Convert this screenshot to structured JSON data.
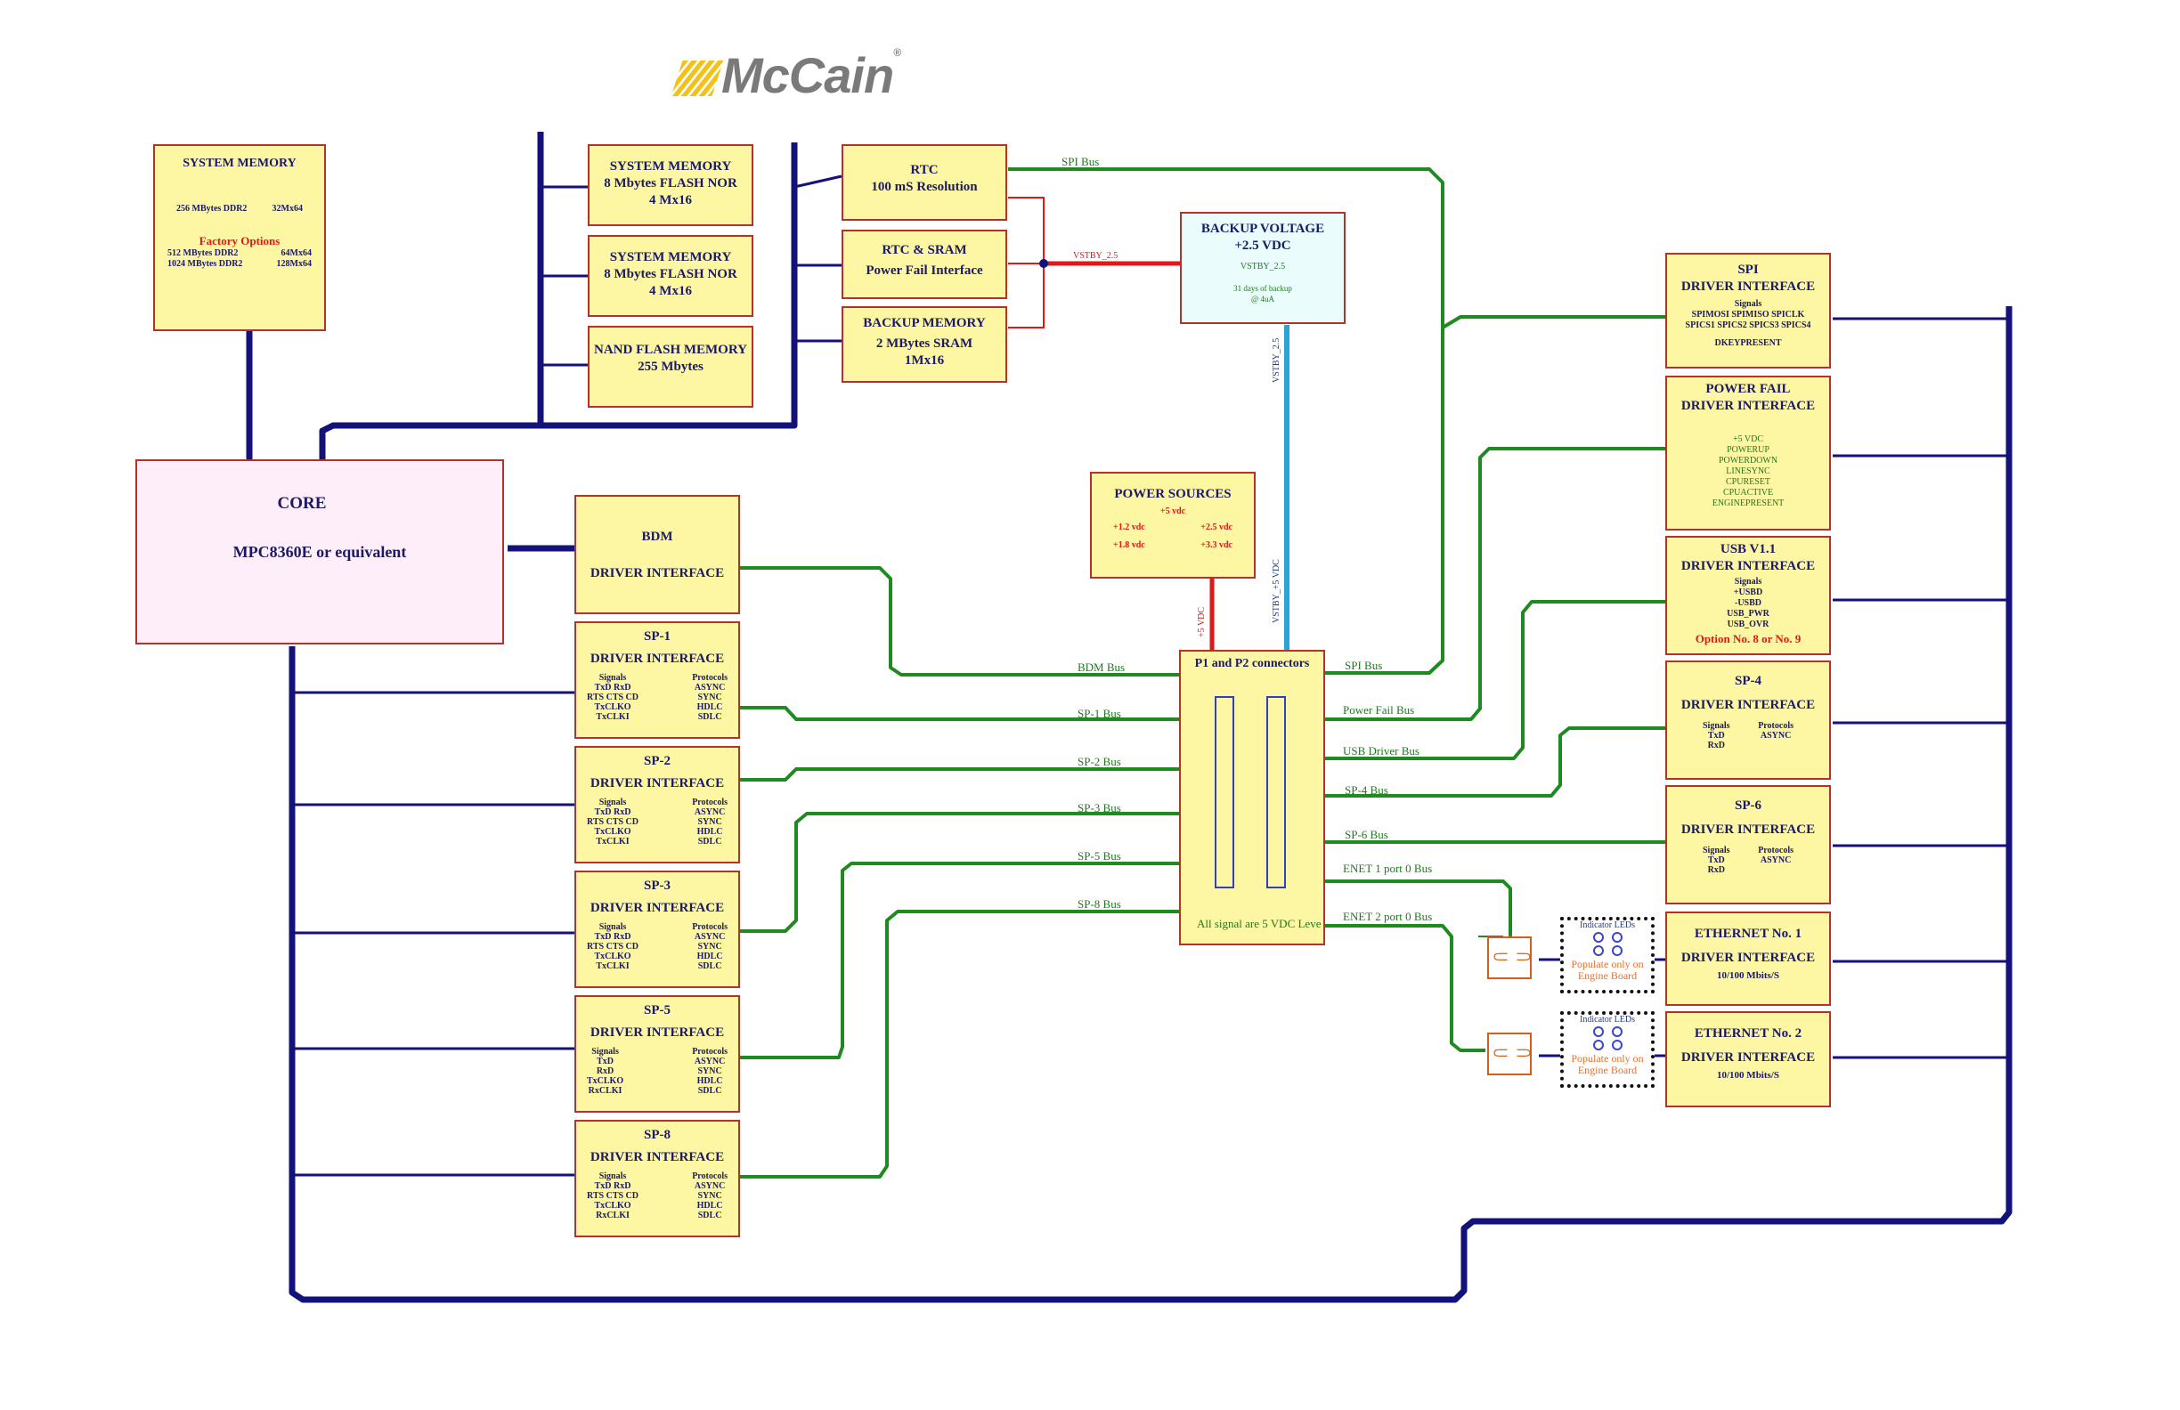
{
  "logo": {
    "text": "McCain",
    "reg": "®"
  },
  "colors": {
    "box_fill": "#fdf6a3",
    "box_border": "#b5322a",
    "core_fill": "#fdeefa",
    "bus_navy": "#12127a",
    "bus_green": "#1f8a1f",
    "vstby_red": "#e01818",
    "backup_cyan": "#2aa6d6"
  },
  "system_memory_main": {
    "title": "SYSTEM MEMORY",
    "line1": "256 MBytes DDR2",
    "line1b": "32Mx64",
    "factory_label": "Factory Options",
    "opt1": "512 MBytes DDR2",
    "opt1b": "64Mx64",
    "opt2": "1024 MBytes DDR2",
    "opt2b": "128Mx64"
  },
  "flash1": {
    "title": "SYSTEM MEMORY",
    "line1": "8 Mbytes FLASH NOR",
    "line2": "4 Mx16"
  },
  "flash2": {
    "title": "SYSTEM MEMORY",
    "line1": "8 Mbytes FLASH NOR",
    "line2": "4 Mx16"
  },
  "nand": {
    "title": "NAND FLASH MEMORY",
    "line1": "255 Mbytes"
  },
  "rtc": {
    "title": "RTC",
    "line1": "100 mS Resolution"
  },
  "rtc_sram": {
    "title": "RTC  &  SRAM",
    "line1": "Power Fail Interface"
  },
  "backup_memory": {
    "title": "BACKUP MEMORY",
    "line1": "2 MBytes SRAM",
    "line2": "1Mx16"
  },
  "backup_voltage": {
    "title": "BACKUP VOLTAGE",
    "line1": "+2.5 VDC",
    "line2": "VSTBY_2.5",
    "line3": "31 days of backup",
    "line4": "@ 4uA"
  },
  "core": {
    "title": "CORE",
    "line1": "MPC8360E or equivalent"
  },
  "bdm": {
    "title": "BDM",
    "line1": "DRIVER INTERFACE"
  },
  "power_sources": {
    "title": "POWER SOURCES",
    "v5": "+5 vdc",
    "v12": "+1.2 vdc",
    "v25": "+2.5 vdc",
    "v18": "+1.8 vdc",
    "v33": "+3.3 vdc"
  },
  "connector": {
    "title": "P1 and P2 connectors",
    "footer": "All signal are 5 VDC Leve"
  },
  "sp_left": [
    {
      "title": "SP-1",
      "sub": "DRIVER INTERFACE",
      "sig_h": "Signals",
      "sig": [
        "TxD   RxD",
        "RTS  CTS  CD",
        "TxCLKO",
        "TxCLKI"
      ],
      "pro_h": "Protocols",
      "pro": [
        "ASYNC",
        "SYNC",
        "HDLC",
        "SDLC"
      ]
    },
    {
      "title": "SP-2",
      "sub": "DRIVER INTERFACE",
      "sig_h": "Signals",
      "sig": [
        "TxD   RxD",
        "RTS  CTS  CD",
        "TxCLKO",
        "TxCLKI"
      ],
      "pro_h": "Protocols",
      "pro": [
        "ASYNC",
        "SYNC",
        "HDLC",
        "SDLC"
      ]
    },
    {
      "title": "SP-3",
      "sub": "DRIVER INTERFACE",
      "sig_h": "Signals",
      "sig": [
        "TxD   RxD",
        "RTS  CTS  CD",
        "TxCLKO",
        "TxCLKI"
      ],
      "pro_h": "Protocols",
      "pro": [
        "ASYNC",
        "SYNC",
        "HDLC",
        "SDLC"
      ]
    },
    {
      "title": "SP-5",
      "sub": "DRIVER INTERFACE",
      "sig_h": "Signals",
      "sig": [
        "TxD",
        "RxD",
        "TxCLKO",
        "RxCLKI"
      ],
      "pro_h": "Protocols",
      "pro": [
        "ASYNC",
        "SYNC",
        "HDLC",
        "SDLC"
      ]
    },
    {
      "title": "SP-8",
      "sub": "DRIVER INTERFACE",
      "sig_h": "Signals",
      "sig": [
        "TxD   RxD",
        "RTS  CTS  CD",
        "TxCLKO",
        "RxCLKI"
      ],
      "pro_h": "Protocols",
      "pro": [
        "ASYNC",
        "SYNC",
        "HDLC",
        "SDLC"
      ]
    }
  ],
  "spi": {
    "title": "SPI",
    "sub": "DRIVER INTERFACE",
    "sig_h": "Signals",
    "line1": "SPIMOSI  SPIMISO  SPICLK",
    "line2": "SPICS1  SPICS2  SPICS3  SPICS4",
    "line3": "DKEYPRESENT"
  },
  "power_fail": {
    "title": "POWER FAIL",
    "sub": "DRIVER INTERFACE",
    "lines": [
      "+5 VDC",
      "POWERUP",
      "POWERDOWN",
      "LINESYNC",
      "CPURESET",
      "CPUACTIVE",
      "ENGINEPRESENT"
    ]
  },
  "usb": {
    "title": "USB  V1.1",
    "sub": "DRIVER INTERFACE",
    "sig_h": "Signals",
    "lines": [
      "+USBD",
      "-USBD",
      "USB_PWR",
      "USB_OVR"
    ],
    "option": "Option No. 8 or No. 9"
  },
  "sp4": {
    "title": "SP-4",
    "sub": "DRIVER INTERFACE",
    "sig_h": "Signals",
    "sig": [
      "TxD",
      "RxD"
    ],
    "pro_h": "Protocols",
    "pro": [
      "ASYNC"
    ]
  },
  "sp6": {
    "title": "SP-6",
    "sub": "DRIVER INTERFACE",
    "sig_h": "Signals",
    "sig": [
      "TxD",
      "RxD"
    ],
    "pro_h": "Protocols",
    "pro": [
      "ASYNC"
    ]
  },
  "eth1": {
    "title": "ETHERNET No. 1",
    "sub": "DRIVER INTERFACE",
    "line1": "10/100 Mbits/S"
  },
  "eth2": {
    "title": "ETHERNET No. 2",
    "sub": "DRIVER INTERFACE",
    "line1": "10/100 Mbits/S"
  },
  "magnetics": {
    "label": "Indicator LEDs",
    "note1": "Populate only on",
    "note2": "Engine Board"
  },
  "bus_labels": {
    "spi_top": "SPI Bus",
    "vstby": "VSTBY_2.5",
    "vstby_vert": "VSTBY_2.5",
    "v5_vert": "+5 VDC",
    "vstby_v5": "VSTBY_+5 VDC",
    "bdm": "BDM Bus",
    "sp1": "SP-1 Bus",
    "sp2": "SP-2 Bus",
    "sp3": "SP-3 Bus",
    "sp5": "SP-5 Bus",
    "sp8": "SP-8 Bus",
    "spi": "SPI Bus",
    "power_fail": "Power Fail Bus",
    "usb": "USB Driver Bus",
    "sp4": "SP-4 Bus",
    "sp6": "SP-6 Bus",
    "enet1": "ENET 1 port 0 Bus",
    "enet2": "ENET 2 port 0 Bus"
  }
}
